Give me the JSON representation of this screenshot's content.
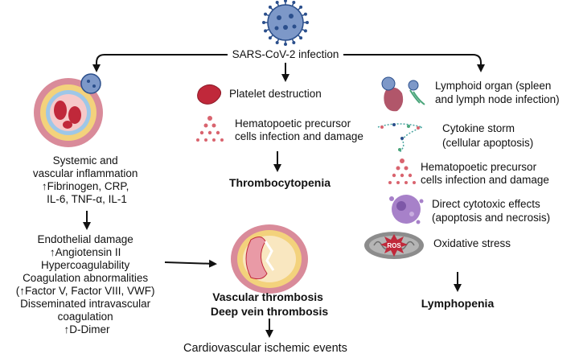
{
  "root": {
    "label": "SARS-CoV-2 infection"
  },
  "left": {
    "inflammation_lines": [
      "Systemic and",
      "vascular inflammation",
      "↑Fibrinogen, CRP,",
      "IL-6, TNF-α, IL-1"
    ],
    "damage_lines": [
      "Endothelial damage",
      "↑Angiotensin II",
      "Hypercoagulability",
      "Coagulation abnormalities",
      "(↑Factor V, Factor VIII, VWF)",
      "Disseminated intravascular",
      "coagulation",
      "↑D-Dimer"
    ]
  },
  "middle": {
    "platelet_label": "Platelet destruction",
    "precursor_lines": [
      "Hematopoetic precursor",
      "cells infection and damage"
    ],
    "outcome": "Thrombocytopenia"
  },
  "right": {
    "lymphoid_lines": [
      "Lymphoid organ (spleen",
      "and lymph node infection)"
    ],
    "cytokine_lines": [
      "Cytokine storm",
      "(cellular apoptosis)"
    ],
    "precursor_lines": [
      "Hematopoetic precursor",
      "cells infection and damage"
    ],
    "cytotoxic_lines": [
      "Direct cytotoxic effects",
      "(apoptosis and necrosis)"
    ],
    "oxidative_label": "Oxidative stress",
    "ros_label": "ROS",
    "outcome": "Lymphopenia"
  },
  "bottom": {
    "thrombosis_lines": [
      "Vascular thrombosis",
      "Deep vein thrombosis"
    ],
    "events": "Cardiovascular ischemic events"
  },
  "colors": {
    "arrow": "#111111",
    "virus": "#5f7fb8",
    "virus_spike": "#2b4f8c",
    "vessel_outer": "#d98b9a",
    "vessel_inner": "#f6c9c9",
    "blood_cell": "#c0283a",
    "wall_yellow": "#f3d27c",
    "cytotoxic": "#a781c9",
    "mito_outer": "#8c8c8c",
    "ros_burst": "#c0283a"
  }
}
